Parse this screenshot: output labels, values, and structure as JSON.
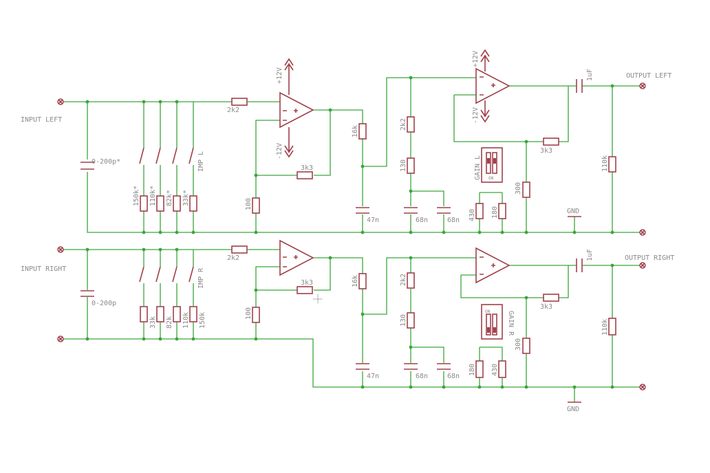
{
  "labels": {
    "input_left": "INPUT LEFT",
    "input_right": "INPUT RIGHT",
    "output_left": "OUTPUT LEFT",
    "output_right": "OUTPUT RIGHT",
    "gnd": "GND",
    "imp_l": "IMP L",
    "imp_r": "IMP R",
    "gain_l": "GAIN L",
    "gain_r": "GAIN R",
    "on": "ON",
    "pos_supply": "+12V",
    "neg_supply": "-12V"
  },
  "left_channel": {
    "input_cap": "0-200p*",
    "imp_resistors": [
      "150k*",
      "110k*",
      "82k*",
      "33k*"
    ],
    "r_in": "2k2",
    "r_feedback": "3k3",
    "r_ground": "100",
    "r_filter": "16k",
    "c_filter": "47n",
    "r_divider_top": "2k2",
    "r_divider_mid": "130",
    "c_divider_a": "68n",
    "c_divider_b": "68n",
    "r_gain_a": "430",
    "r_gain_b": "180",
    "r_out_ground": "300",
    "r_out_feedback": "3k3",
    "c_out": "1uF",
    "r_out_load": "110k"
  },
  "right_channel": {
    "input_cap": "0-200p",
    "imp_resistors": [
      "33k",
      "82k",
      "110k",
      "150k"
    ],
    "r_in": "2k2",
    "r_feedback": "3k3",
    "r_ground": "100",
    "r_filter": "16k",
    "c_filter": "47n",
    "r_divider_top": "2k2",
    "r_divider_mid": "130",
    "c_divider_a": "68n",
    "c_divider_b": "68n",
    "r_gain_a": "180",
    "r_gain_b": "430",
    "r_out_ground": "300",
    "r_out_feedback": "3k3",
    "c_out": "1uF",
    "r_out_load": "110k"
  },
  "colors": {
    "wire": "#3aa63a",
    "component": "#a0404a",
    "text": "#8a8a8a"
  }
}
